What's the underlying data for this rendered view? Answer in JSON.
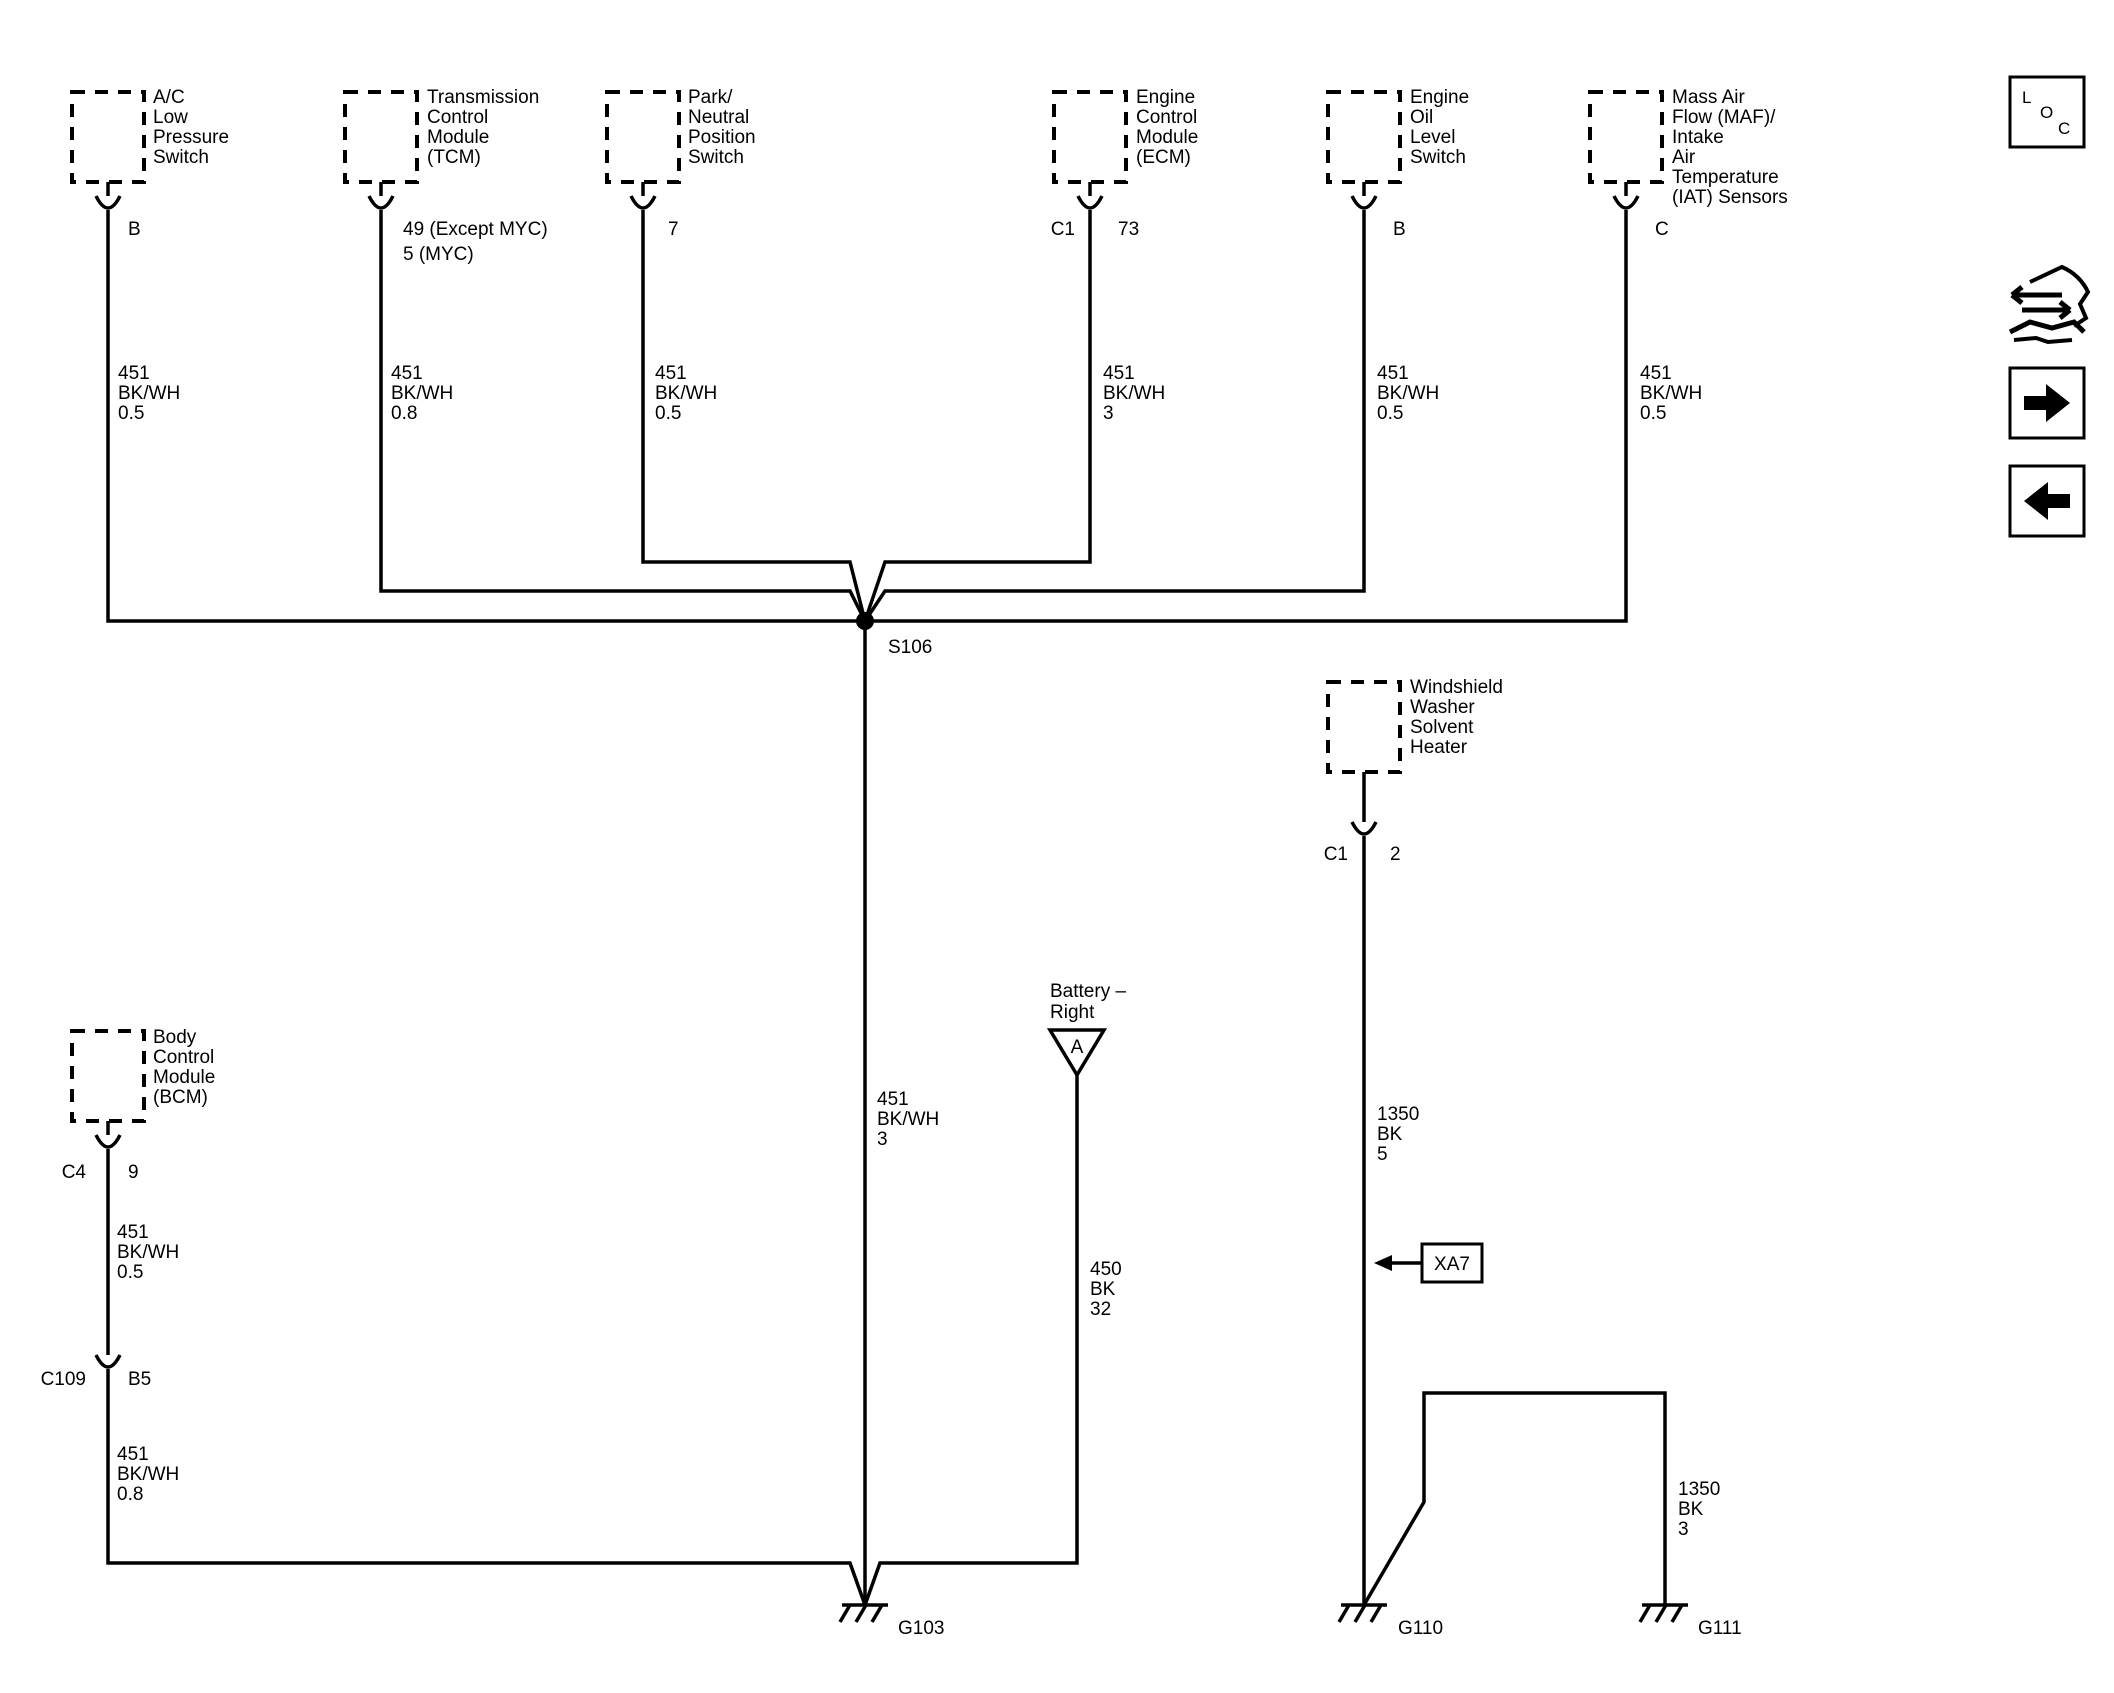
{
  "components": {
    "ac_switch": {
      "l1": "A/C",
      "l2": "Low",
      "l3": "Pressure",
      "l4": "Switch",
      "pin": "B"
    },
    "tcm": {
      "l1": "Transmission",
      "l2": "Control",
      "l3": "Module",
      "l4": "(TCM)",
      "pin1": "49 (Except MYC)",
      "pin2": "5 (MYC)"
    },
    "pnp": {
      "l1": "Park/",
      "l2": "Neutral",
      "l3": "Position",
      "l4": "Switch",
      "pin": "7"
    },
    "ecm": {
      "l1": "Engine",
      "l2": "Control",
      "l3": "Module",
      "l4": "(ECM)",
      "conn": "C1",
      "pin": "73"
    },
    "oil": {
      "l1": "Engine",
      "l2": "Oil",
      "l3": "Level",
      "l4": "Switch",
      "pin": "B"
    },
    "maf": {
      "l1": "Mass Air",
      "l2": "Flow (MAF)/",
      "l3": "Intake",
      "l4": "Air",
      "l5": "Temperature",
      "l6": "(IAT) Sensors",
      "pin": "C"
    },
    "washer": {
      "l1": "Windshield",
      "l2": "Washer",
      "l3": "Solvent",
      "l4": "Heater",
      "conn": "C1",
      "pin": "2"
    },
    "bcm": {
      "l1": "Body",
      "l2": "Control",
      "l3": "Module",
      "l4": "(BCM)",
      "conn": "C4",
      "pin": "9"
    },
    "battery": {
      "l1": "Battery –",
      "l2": "Right",
      "mark": "A"
    }
  },
  "wires": {
    "ac": {
      "circuit": "451",
      "color": "BK/WH",
      "size": "0.5"
    },
    "tcm": {
      "circuit": "451",
      "color": "BK/WH",
      "size": "0.8"
    },
    "pnp": {
      "circuit": "451",
      "color": "BK/WH",
      "size": "0.5"
    },
    "ecm": {
      "circuit": "451",
      "color": "BK/WH",
      "size": "3"
    },
    "oil": {
      "circuit": "451",
      "color": "BK/WH",
      "size": "0.5"
    },
    "maf": {
      "circuit": "451",
      "color": "BK/WH",
      "size": "0.5"
    },
    "main": {
      "circuit": "451",
      "color": "BK/WH",
      "size": "3"
    },
    "battery": {
      "circuit": "450",
      "color": "BK",
      "size": "32"
    },
    "washer": {
      "circuit": "1350",
      "color": "BK",
      "size": "5"
    },
    "g111": {
      "circuit": "1350",
      "color": "BK",
      "size": "3"
    },
    "bcm_upper": {
      "circuit": "451",
      "color": "BK/WH",
      "size": "0.5"
    },
    "bcm_lower": {
      "circuit": "451",
      "color": "BK/WH",
      "size": "0.8"
    }
  },
  "splice": "S106",
  "inline_connector": {
    "name": "C109",
    "pin": "B5"
  },
  "cross_ref": "XA7",
  "grounds": {
    "g103": "G103",
    "g110": "G110",
    "g111": "G111"
  },
  "nav": {
    "loc_l": "L",
    "loc_o": "O",
    "loc_c": "C"
  }
}
